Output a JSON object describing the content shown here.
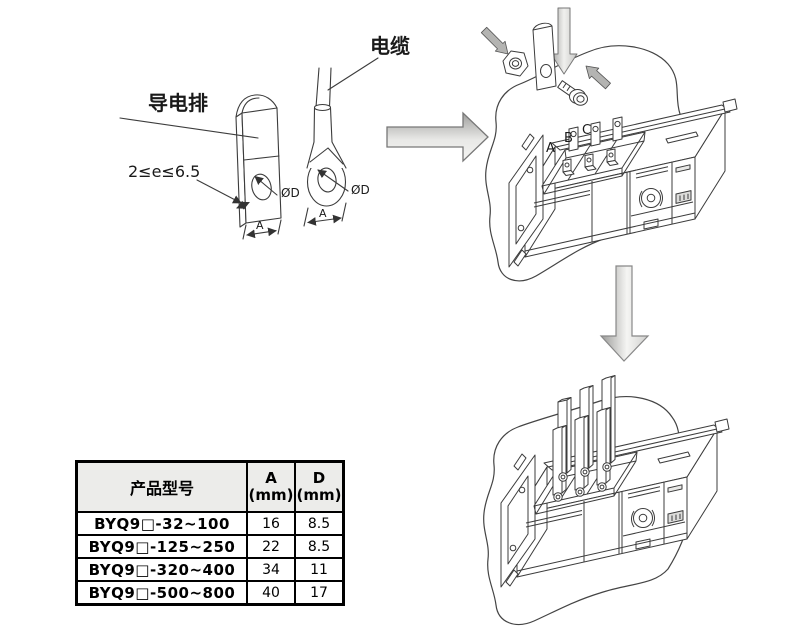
{
  "colors": {
    "ink": "#3c3c3c",
    "table_border": "#000000",
    "table_header_bg": "#ececea",
    "arrow_fill_light": "#f2f2f0",
    "arrow_fill_dark": "#a0a09e",
    "arrow_stroke": "#777777",
    "small_arrow_fill": "#b4b4b2"
  },
  "icons": {
    "flow_step1": "right-arrow",
    "flow_step2": "down-arrow",
    "insert_direction": "down-arrow",
    "nut_direction": "down-right-arrow",
    "bolt_direction": "up-left-arrow"
  },
  "annotations": {
    "busbar_label": "导电排",
    "cable_label": "电缆",
    "thickness_dim": "2≤e≤6.5",
    "busbar_hole_dim": "ØD",
    "cable_hole_dim": "ØD",
    "busbar_width_dim": "A",
    "cable_width_dim": "A",
    "terminal_a": "A",
    "terminal_b": "B",
    "terminal_c": "C"
  },
  "table": {
    "headers": {
      "model": "产品型号",
      "a_line1": "A",
      "a_line2": "(mm)",
      "d_line1": "D",
      "d_line2": "(mm)"
    },
    "rows": [
      {
        "model": "BYQ9□-32~100",
        "a_mm": "16",
        "d_mm": "8.5"
      },
      {
        "model": "BYQ9□-125~250",
        "a_mm": "22",
        "d_mm": "8.5"
      },
      {
        "model": "BYQ9□-320~400",
        "a_mm": "34",
        "d_mm": "11"
      },
      {
        "model": "BYQ9□-500~800",
        "a_mm": "40",
        "d_mm": "17"
      }
    ]
  }
}
